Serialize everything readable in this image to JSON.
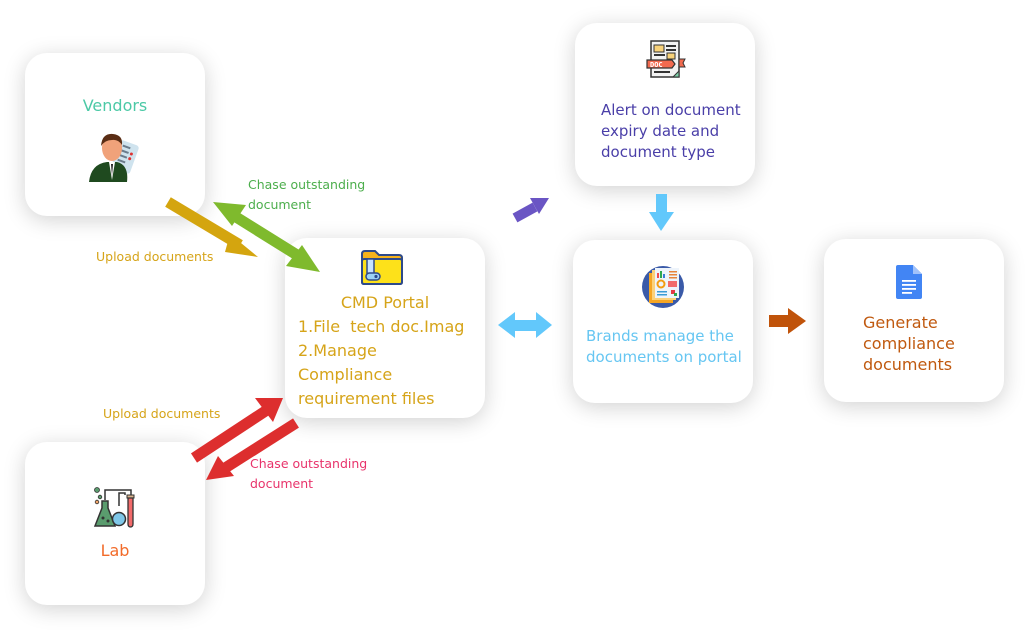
{
  "nodes": {
    "vendors": {
      "title": "Vendors",
      "icon": "vendor-person-icon",
      "color": "#4cc9a6"
    },
    "cmd_portal": {
      "title": "CMD Portal",
      "lines": [
        "1.File  tech doc.Imag",
        "2.Manage",
        "Compliance",
        "requirement files"
      ],
      "icon": "folder-icon",
      "color": "#d6a419"
    },
    "alert": {
      "lines": [
        "Alert on document",
        "expiry date and",
        "document type"
      ],
      "icon": "doc-icon",
      "color": "#4a3fa8"
    },
    "brands": {
      "lines": [
        "Brands manage the",
        "documents on portal"
      ],
      "icon": "report-icon",
      "color": "#66c6f2"
    },
    "generate": {
      "lines": [
        "Generate",
        "compliance",
        "documents"
      ],
      "icon": "google-doc-icon",
      "color": "#c0590f"
    },
    "lab": {
      "title": "Lab",
      "icon": "lab-flask-icon",
      "color": "#f26b2a"
    }
  },
  "edge_labels": {
    "vendor_upload": {
      "text": "Upload documents",
      "color": "#d6a419"
    },
    "vendor_chase": {
      "lines": [
        "Chase outstanding",
        "document"
      ],
      "color": "#4cae4c"
    },
    "lab_upload": {
      "text": "Upload documents",
      "color": "#d6a419"
    },
    "lab_chase": {
      "lines": [
        "Chase outstanding",
        "document"
      ],
      "color": "#e8336b"
    }
  },
  "arrow_colors": {
    "upload_vendor": "#d4a50f",
    "chase_vendor": "#7fba2d",
    "lab": "#dd2e2e",
    "purple": "#6a55c4",
    "blue": "#62c8fb",
    "brown": "#c0530a"
  }
}
